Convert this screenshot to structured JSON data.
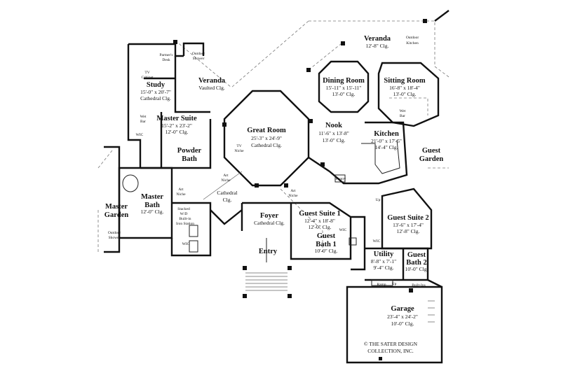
{
  "copyright": [
    "© THE SATER DESIGN",
    "COLLECTION, INC."
  ],
  "rooms": {
    "veranda_top": {
      "name": "Veranda",
      "clg": "12'-8\" Clg."
    },
    "outdoor_kitchen": {
      "line1": "Outdoor",
      "line2": "Kitchen"
    },
    "dining": {
      "name": "Dining Room",
      "dims": "15'-11\" x 15'-11\"",
      "clg": "13'-0\" Clg."
    },
    "sitting": {
      "name": "Sitting Room",
      "dims": "16'-8\" x 18'-4\"",
      "clg": "13'-0\" Clg."
    },
    "great": {
      "name": "Great Room",
      "dims": "25'-3\" x 24'-9\"",
      "clg": "Cathedral Clg."
    },
    "nook": {
      "name": "Nook",
      "dims": "11'-6\" x 13'-8\"",
      "clg": "13'-0\" Clg."
    },
    "kitchen": {
      "name": "Kitchen",
      "dims": "21'-0\" x 17'-5\"",
      "clg": "14'-4\" Clg."
    },
    "guest_garden": {
      "line1": "Guest",
      "line2": "Garden"
    },
    "veranda_left": {
      "name": "Veranda",
      "clg": "Vaulted Clg."
    },
    "study": {
      "name": "Study",
      "dims": "15'-0\" x 20'-7\"",
      "clg": "Cathedral Clg."
    },
    "partners_desk": {
      "line1": "Partner's",
      "line2": "Desk"
    },
    "outdoor_shower_top": {
      "line1": "Outdoor",
      "line2": "Shower"
    },
    "tv_cabinet": {
      "line1": "TV",
      "line2": "Cabinet"
    },
    "wet_bar_left": {
      "line1": "Wet",
      "line2": "Bar"
    },
    "wet_bar_right": {
      "line1": "Wet",
      "line2": "Bar"
    },
    "wic_study": "WIC",
    "master_suite": {
      "name": "Master Suite",
      "dims": "15'-2\" x 23'-2\"",
      "clg": "12'-0\" Clg."
    },
    "powder": {
      "line1": "Powder",
      "line2": "Bath"
    },
    "tv_niche": {
      "line1": "TV",
      "line2": "Niche"
    },
    "art_niche_1": {
      "line1": "Art",
      "line2": "Niche"
    },
    "art_niche_2": {
      "line1": "Art",
      "line2": "Niche"
    },
    "art_niche_3": {
      "line1": "Art",
      "line2": "Niche"
    },
    "cathedral_left": {
      "line1": "Cathedral",
      "line2": "Clg."
    },
    "master_bath": {
      "line1": "Master",
      "line2": "Bath",
      "clg": "12'-0\" Clg."
    },
    "master_garden": {
      "line1": "Master",
      "line2": "Garden"
    },
    "outdoor_shower_left": {
      "line1": "Outdoor",
      "line2": "Shower"
    },
    "stacked_wd": {
      "line1": "Stacked",
      "line2": "W/D"
    },
    "iron_station": {
      "line1": "Built-in",
      "line2": "Iron Station"
    },
    "wic_master": "WIC",
    "foyer": {
      "name": "Foyer",
      "clg": "Cathedral Clg."
    },
    "entry": {
      "name": "Entry"
    },
    "guest_suite_1": {
      "name": "Guest Suite 1",
      "dims": "12'-4\" x 18'-8\"",
      "clg": "12'-0\" Clg."
    },
    "wic_guest1": "WIC",
    "guest_bath_1": {
      "line1": "Guest",
      "line2": "Bath 1",
      "clg": "10'-0\" Clg."
    },
    "guest_suite_2": {
      "name": "Guest Suite 2",
      "dims": "13'-6\" x 17'-4\"",
      "clg": "12'-8\" Clg."
    },
    "wic_guest2": "WIC",
    "utility": {
      "name": "Utility",
      "dims": "8'-8\" x 7'-1\"",
      "clg": "9'-4\" Clg."
    },
    "guest_bath_2": {
      "line1": "Guest",
      "line2": "Bath 2",
      "clg": "10'-0\" Clg."
    },
    "pantry": "Pantry",
    "up1": "Up",
    "up2": "Up",
    "ramp": "Ramp",
    "built_ins": "Built-Ins",
    "garage": {
      "name": "Garage",
      "dims": "23'-4\" x 24'-2\"",
      "clg": "10'-0\" Clg."
    }
  }
}
